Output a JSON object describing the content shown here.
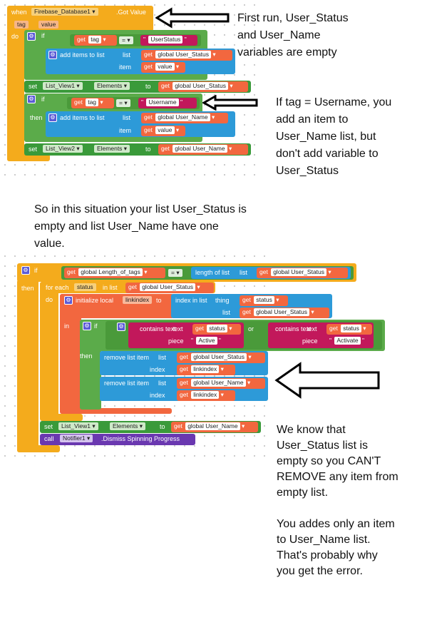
{
  "block1": {
    "when": "when",
    "component": "Firebase_Database1",
    "event": ".Got Value",
    "param_tag": "tag",
    "param_value": "value",
    "do": "do",
    "if": "if",
    "then": "then",
    "get": "get",
    "tag": "tag",
    "value": "value",
    "eq": "=",
    "str_userstatus": "UserStatus",
    "str_username": "Username",
    "add_items_to_list": "add items to list",
    "list": "list",
    "item": "item",
    "global_user_status": "global User_Status",
    "global_user_name": "global User_Name",
    "set": "set",
    "to": "to",
    "listview1": "List_View1",
    "listview2": "List_View2",
    "elements": "Elements"
  },
  "block2": {
    "if": "if",
    "then": "then",
    "do": "do",
    "in": "in",
    "get": "get",
    "global_length_of_tags": "global Length_of_tags",
    "eq": "=",
    "length_of_list": "length of list",
    "list": "list",
    "global_user_status": "global User_Status",
    "global_user_name": "global User_Name",
    "for_each": "for each",
    "status": "status",
    "in_list": "in list",
    "initialize_local": "initialize local",
    "linkindex": "linkindex",
    "to": "to",
    "index_in_list": "index in list",
    "thing": "thing",
    "contains_text": "contains text",
    "text": "text",
    "piece": "piece",
    "or": "or",
    "str_active": "Active",
    "str_activate": "Activate",
    "remove_list_item": "remove list item",
    "index": "index",
    "set": "set",
    "listview1": "List_View1",
    "elements": "Elements",
    "call": "call",
    "notifier": "Notifier1",
    "dismiss": ".Dismiss Spinning Progress"
  },
  "notes": {
    "n1": "First run, User_Status\nand User_Name\nvariables are empty",
    "n2": "If tag = Username, you\nadd an item to\nUser_Name list, but\ndon't add variable to\nUser_Status",
    "n3": "So in this situation your list User_Status is\nempty and list User_Name have one\nvalue.",
    "n4": "We know that\nUser_Status list is\nempty so you CAN'T\nREMOVE any item from\nempty list.\n\nYou addes only an item\nto User_Name list.\nThat's probably why\nyou get the error."
  },
  "colors": {
    "event": "#f4ab1c",
    "logic": "#5bab4a",
    "list": "#2d9ad8",
    "variable": "#f2673f",
    "text": "#c2185b",
    "procedure_call": "#6a38b0"
  }
}
